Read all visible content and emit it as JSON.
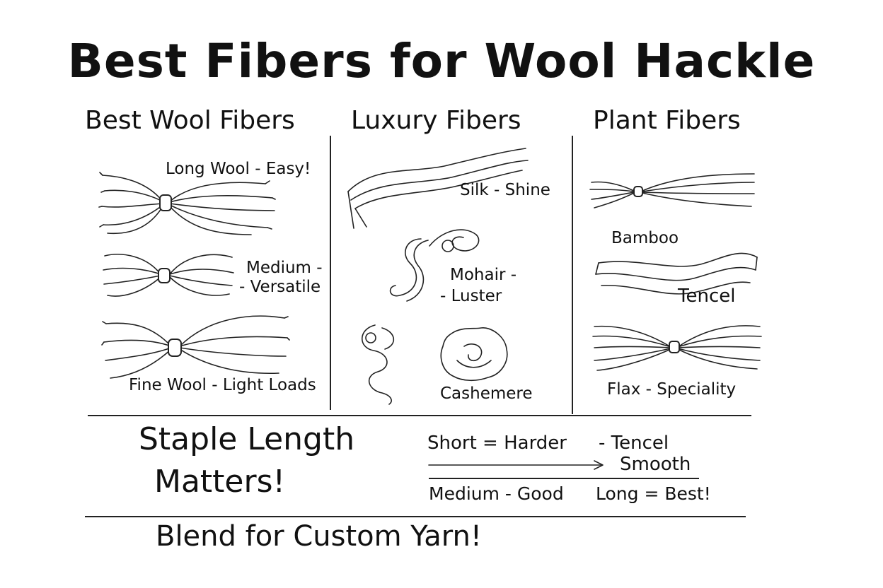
{
  "title": "Best Fibers for Wool Hackle",
  "columns": {
    "wool": {
      "heading": "Best Wool Fibers",
      "items": [
        "Long Wool - Easy!",
        "Medium -",
        "- Versatile",
        "Fine Wool - Light Loads"
      ]
    },
    "luxury": {
      "heading": "Luxury Fibers",
      "items": [
        "Silk - Shine",
        "Mohair -",
        "- Luster",
        "Cashemere"
      ]
    },
    "plant": {
      "heading": "Plant Fibers",
      "items": [
        "Bamboo",
        "Tencel",
        "Flax - Speciality"
      ]
    }
  },
  "staple": {
    "heading_line1": "Staple Length",
    "heading_line2": "Matters!",
    "short": "Short = Harder",
    "tencel": "- Tencel",
    "smooth": "Smooth",
    "medium": "Medium - Good",
    "long": "Long = Best!"
  },
  "footer": "Blend for Custom Yarn!"
}
